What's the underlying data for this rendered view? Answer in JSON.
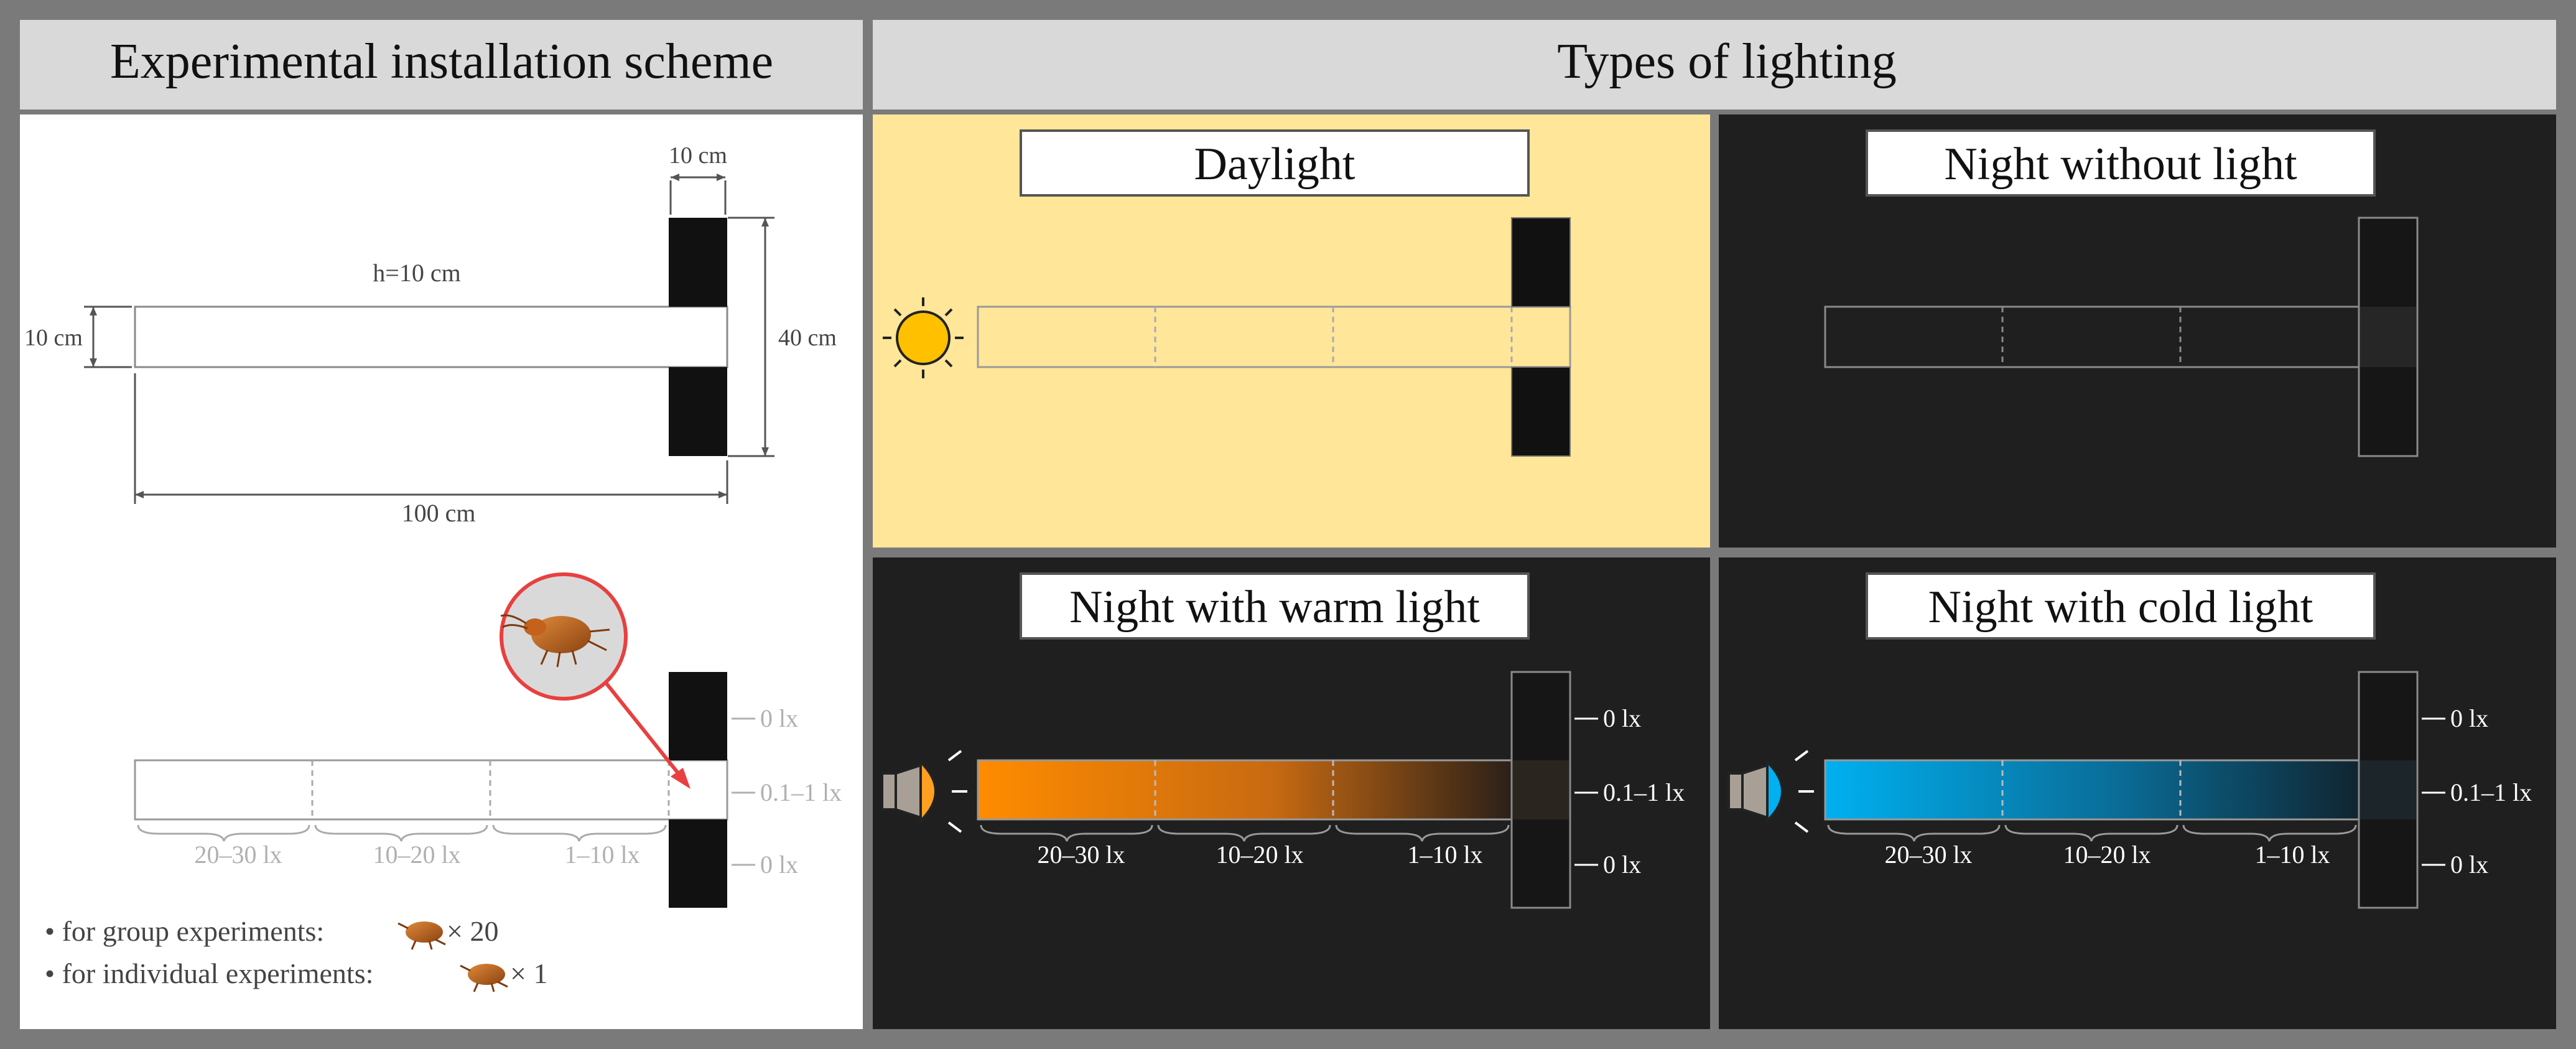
{
  "headers": {
    "left_title": "Experimental installation scheme",
    "right_title": "Types of lighting"
  },
  "scheme": {
    "dims": {
      "h_label": "h=10 cm",
      "arm_width": "10 cm",
      "cap_width": "10 cm",
      "cap_length": "40 cm",
      "arm_length": "100 cm"
    },
    "zone_labels": [
      "20–30 lx",
      "10–20 lx",
      "1–10 lx"
    ],
    "cap_labels": [
      "0 lx",
      "0.1–1 lx",
      "0 lx"
    ],
    "notes": [
      {
        "text": "• for group experiments:",
        "multiplier": "× 20"
      },
      {
        "text": "• for individual experiments:",
        "multiplier": "× 1"
      }
    ]
  },
  "panels": [
    {
      "title": "Daylight",
      "mode": "day",
      "zone_labels": [],
      "cap_labels": []
    },
    {
      "title": "Night without light",
      "mode": "dark",
      "zone_labels": [],
      "cap_labels": []
    },
    {
      "title": "Night with warm light",
      "mode": "warm",
      "zone_labels": [
        "20–30 lx",
        "10–20 lx",
        "1–10 lx"
      ],
      "cap_labels": [
        "0 lx",
        "0.1–1 lx",
        "0 lx"
      ]
    },
    {
      "title": "Night with cold light",
      "mode": "cold",
      "zone_labels": [
        "20–30 lx",
        "10–20 lx",
        "1–10 lx"
      ],
      "cap_labels": [
        "0 lx",
        "0.1–1 lx",
        "0 lx"
      ]
    }
  ],
  "colors": {
    "frame": "#7a7a7a",
    "header_bg": "#d9d9d9",
    "day_bg": "#ffe699",
    "night_bg": "#1f1f1f",
    "sun": "#ffc000",
    "warm": "#ff8c00",
    "cold": "#00b0f0",
    "callout": "#e84040"
  }
}
